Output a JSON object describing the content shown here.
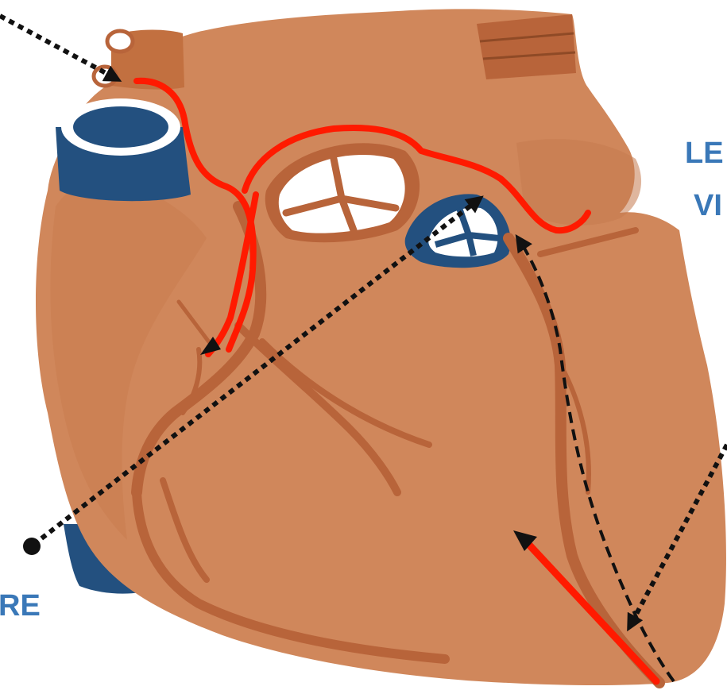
{
  "labels": {
    "right_line1": "LE",
    "right_line2": "VI",
    "left_line1": "RE"
  },
  "colors": {
    "background": "#ffffff",
    "heart_body": "#d0875b",
    "heart_shadow": "#bd7346",
    "vessel": "#b8643a",
    "vein_blue": "#23507f",
    "valve_white": "#ffffff",
    "path_red": "#ff1a00",
    "arrow_black": "#111111",
    "label_blue": "#3a78b8"
  },
  "icons": {
    "dotted_arrow": "dotted-arrow-icon",
    "dashed_arrow": "dashed-arrow-icon",
    "solid_red_arrow": "red-arrow-icon"
  }
}
